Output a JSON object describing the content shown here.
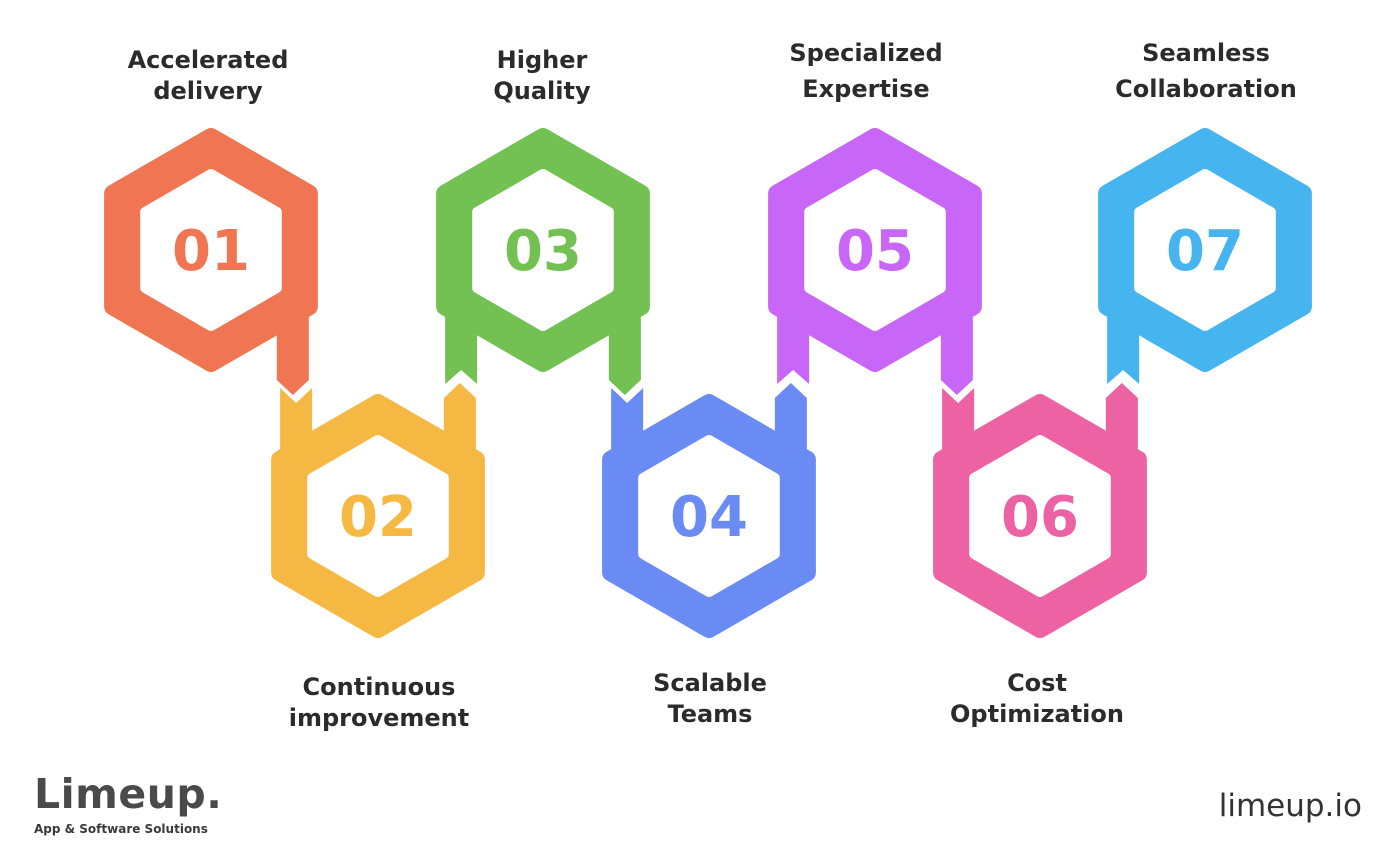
{
  "steps": [
    {
      "number": "01",
      "label": "Accelerated\ndelivery",
      "color": "#F07552"
    },
    {
      "number": "02",
      "label": "Continuous\nimprovement",
      "color": "#F5B843"
    },
    {
      "number": "03",
      "label": "Higher\nQuality",
      "color": "#72C152"
    },
    {
      "number": "04",
      "label": "Scalable\nTeams",
      "color": "#6A8AF4"
    },
    {
      "number": "05",
      "label": "Specialized\nExpertise",
      "color": "#C866F7"
    },
    {
      "number": "06",
      "label": "Cost\nOptimization",
      "color": "#EC62A3"
    },
    {
      "number": "07",
      "label": "Seamless\nCollaboration",
      "color": "#45B4EF"
    }
  ],
  "brand": {
    "name": "Limeup.",
    "tagline": "App & Software Solutions"
  },
  "site_url": "limeup.io"
}
